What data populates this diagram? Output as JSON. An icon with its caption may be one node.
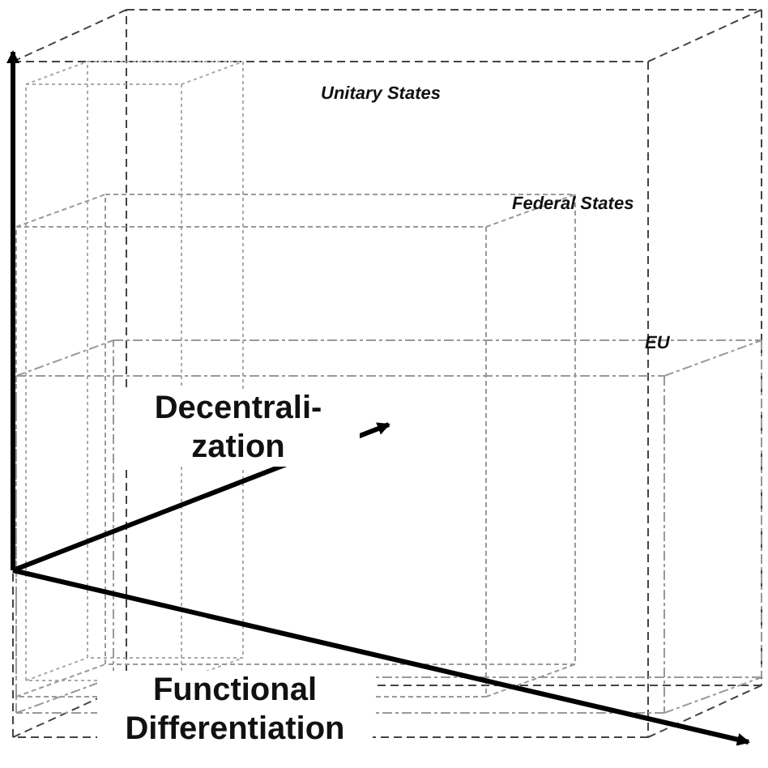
{
  "diagram": {
    "labels": [
      "Unitary States",
      "Federal States",
      "EU",
      "Decentrali- zation",
      "Functional Differentiation"
    ]
  }
}
